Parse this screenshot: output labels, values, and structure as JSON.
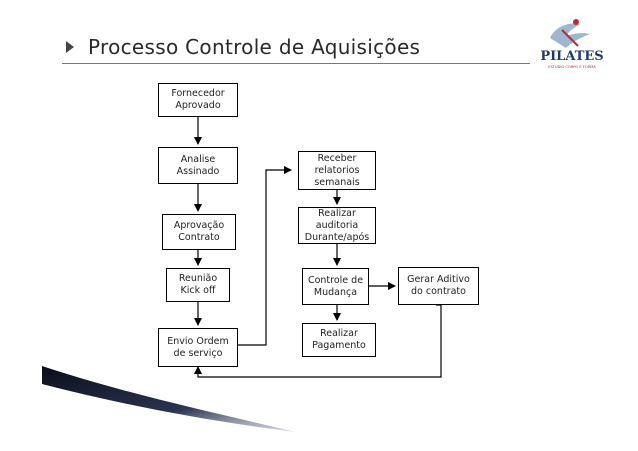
{
  "slide": {
    "title": "Processo Controle de Aquisições"
  },
  "logo": {
    "brand_text": "PILATES",
    "tagline": "ESTÚDIO CORPO E FORMA",
    "accent_color": "#c0282d",
    "brand_color": "#1f3a6e"
  },
  "diagram": {
    "nodes": {
      "fornecedor": "Fornecedor\nAprovado",
      "analise": "Analise\nAssinado",
      "aprovacao": "Aprovação\nContrato",
      "reuniao": "Reunião\nKick off",
      "envio": "Envio Ordem\nde serviço",
      "receber": "Receber\nrelatorios\nsemanais",
      "auditoria": "Realizar\nauditoria\nDurante/após",
      "controle": "Controle de\nMudança",
      "pagamento": "Realizar\nPagamento",
      "aditivo": "Gerar Aditivo\ndo contrato"
    },
    "edges": [
      [
        "fornecedor",
        "analise"
      ],
      [
        "analise",
        "aprovacao"
      ],
      [
        "aprovacao",
        "reuniao"
      ],
      [
        "reuniao",
        "envio"
      ],
      [
        "envio",
        "receber"
      ],
      [
        "receber",
        "auditoria"
      ],
      [
        "auditoria",
        "controle"
      ],
      [
        "controle",
        "aditivo"
      ],
      [
        "controle",
        "pagamento"
      ],
      [
        "aditivo",
        "envio"
      ]
    ]
  }
}
